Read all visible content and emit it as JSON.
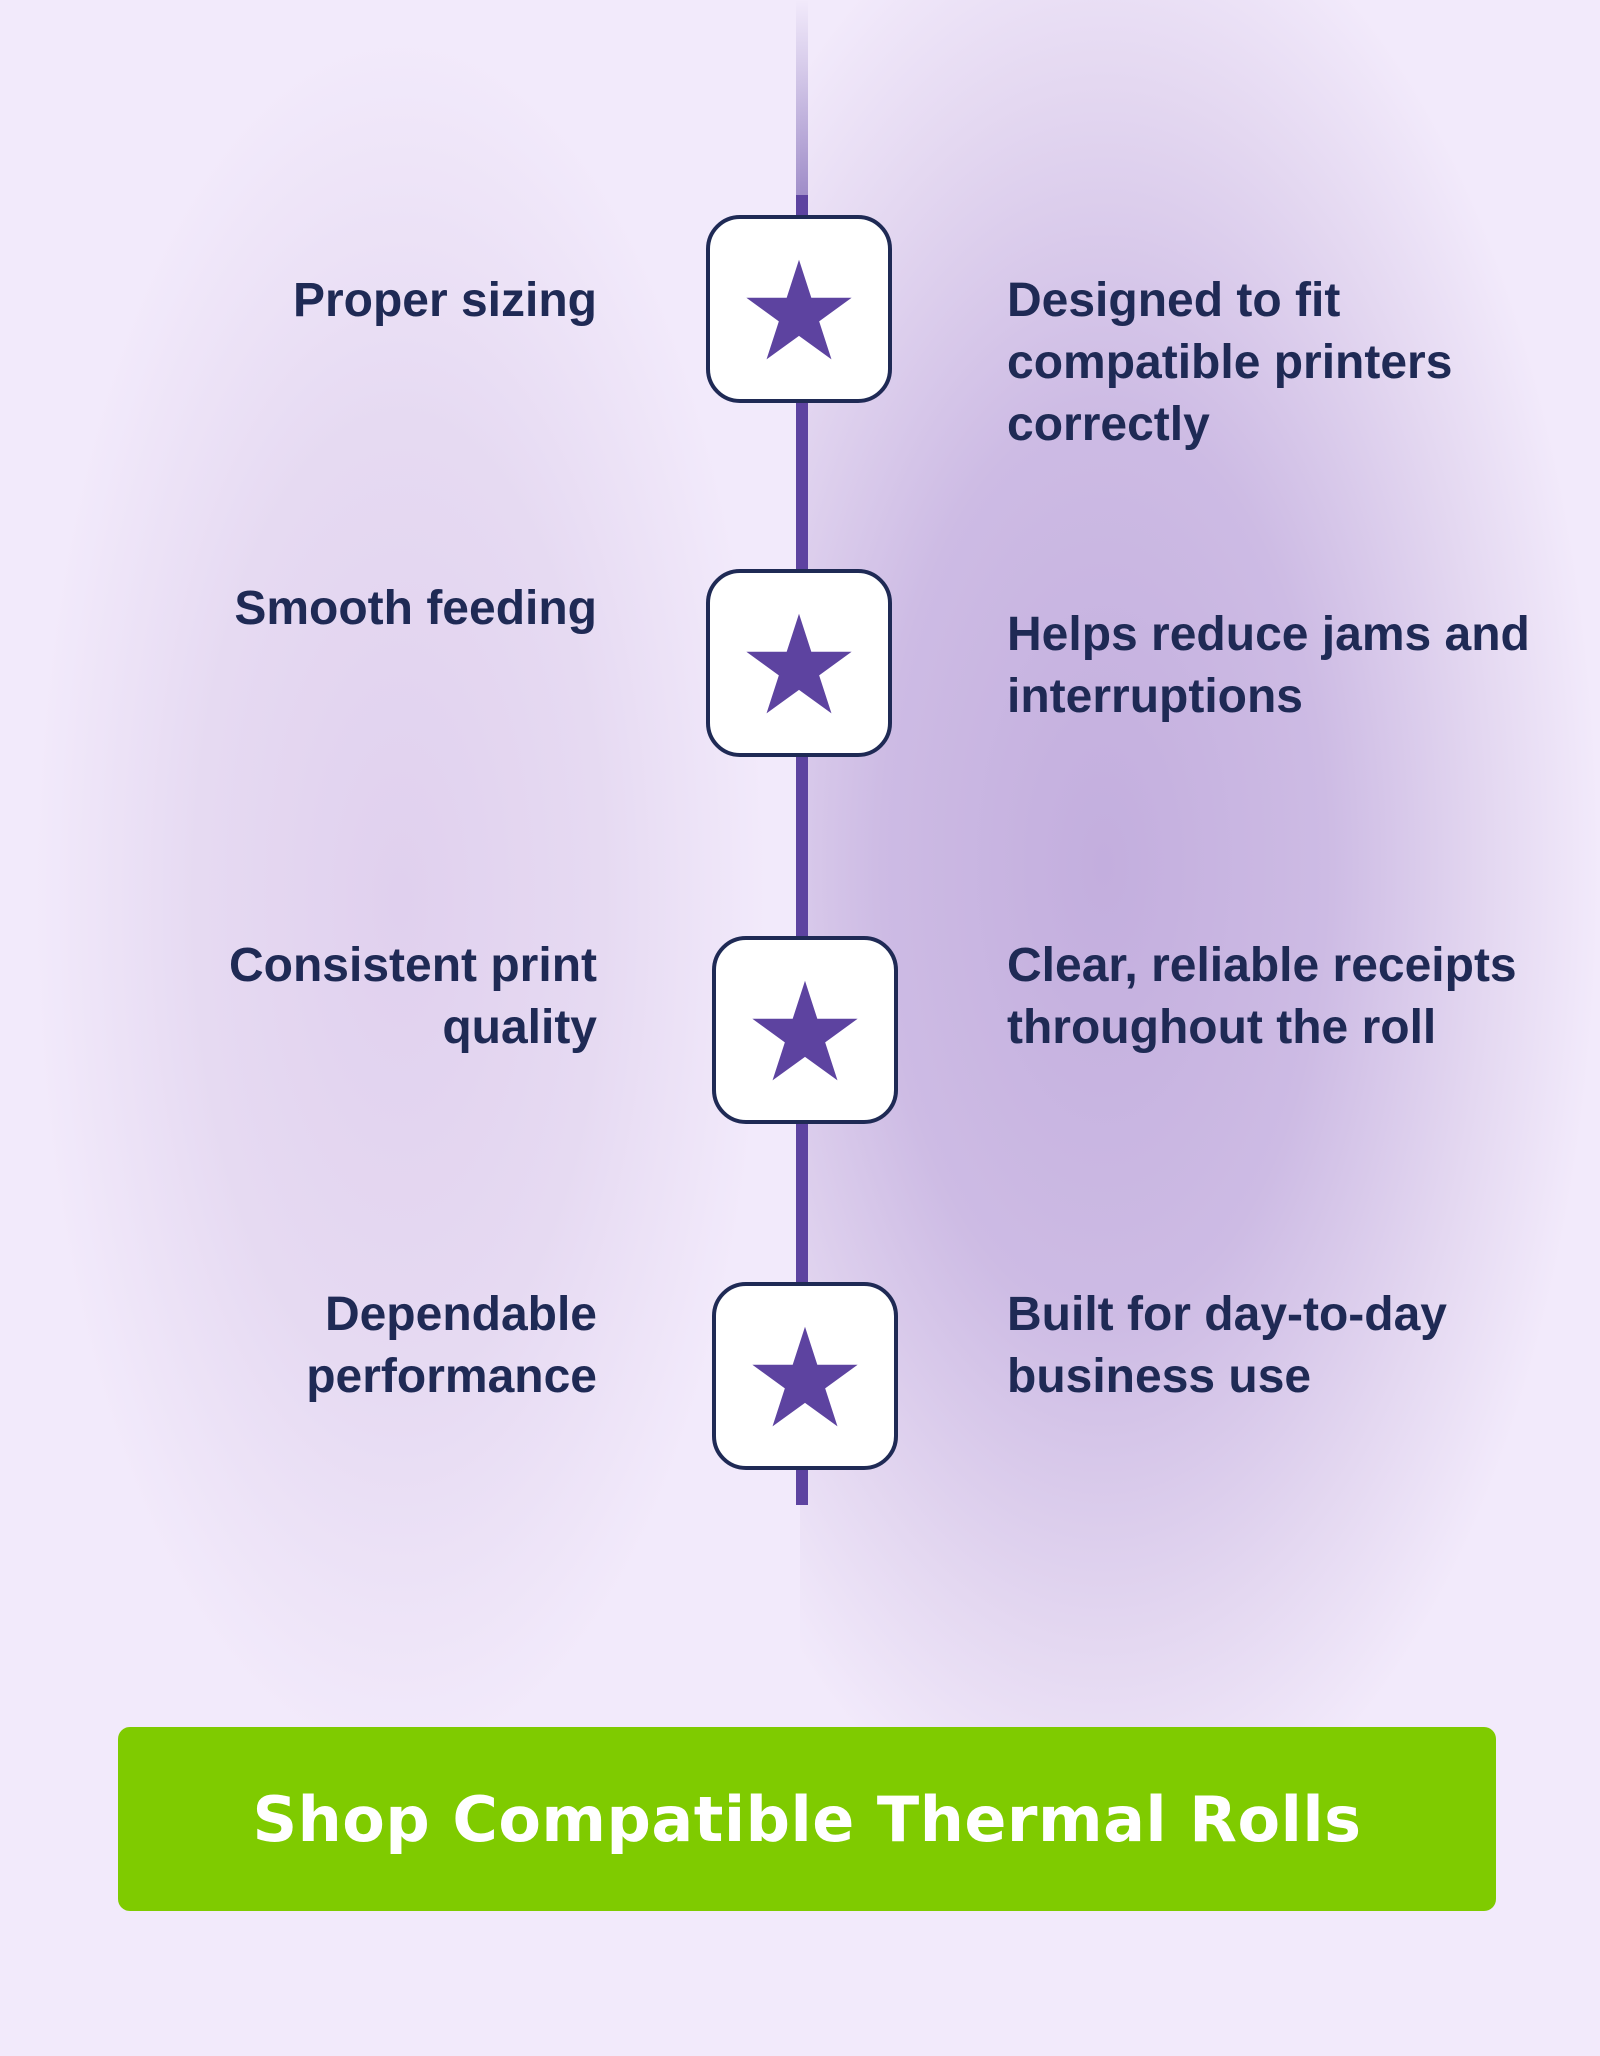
{
  "features": [
    {
      "label": "Proper sizing",
      "description": "Designed to fit compatible printers correctly",
      "icon": "star-icon"
    },
    {
      "label": "Smooth feeding",
      "description": "Helps reduce jams and interruptions",
      "icon": "star-icon"
    },
    {
      "label": "Consistent print quality",
      "description": "Clear, reliable receipts throughout the roll",
      "icon": "star-icon"
    },
    {
      "label": "Dependable performance",
      "description": "Built for day-to-day business use",
      "icon": "star-icon"
    }
  ],
  "cta": {
    "label": "Shop Compatible Thermal Rolls"
  },
  "colors": {
    "text": "#1f2a55",
    "star": "#5d43a0",
    "spine": "#5d43a0",
    "cta_background": "#7fcb00",
    "cta_text": "#ffffff",
    "page_background": "#f2eafb"
  }
}
